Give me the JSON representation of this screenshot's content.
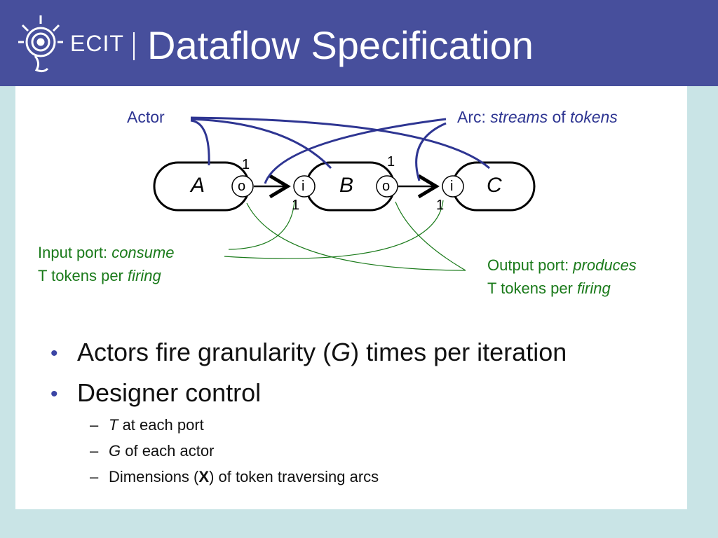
{
  "header": {
    "brand": "ECIT",
    "title": "Dataflow Specification",
    "colors": {
      "header_bg": "#474f9c",
      "slide_bg": "#c9e4e6"
    }
  },
  "diagram": {
    "label_actor": "Actor",
    "arc_label": {
      "prefix": "Arc: ",
      "streams": "streams",
      "of": " of ",
      "tokens": "tokens"
    },
    "actors": [
      "A",
      "B",
      "C"
    ],
    "ports": [
      "o",
      "i",
      "o",
      "i"
    ],
    "rates": [
      "1",
      "1",
      "1",
      "1"
    ],
    "input_port": {
      "line1_prefix": "Input port: ",
      "line1_em": "consume",
      "line2_prefix": "T tokens per ",
      "line2_em": "firing"
    },
    "output_port": {
      "line1_prefix": "Output port: ",
      "line1_em": "produces",
      "line2_prefix": "T tokens per ",
      "line2_em": "firing"
    },
    "colors": {
      "annotation_blue": "#2e3592",
      "annotation_green": "#1a7a1a"
    }
  },
  "bullets": [
    {
      "pre": "Actors fire granularity (",
      "em": "G",
      "post": ") times per iteration"
    },
    {
      "text": "Designer control"
    }
  ],
  "sub_bullets": [
    {
      "em": "T",
      "post": " at each port"
    },
    {
      "em": "G",
      "post": " of each actor"
    },
    {
      "pre": "Dimensions (",
      "bold": "X",
      "post": ") of token traversing arcs"
    }
  ]
}
